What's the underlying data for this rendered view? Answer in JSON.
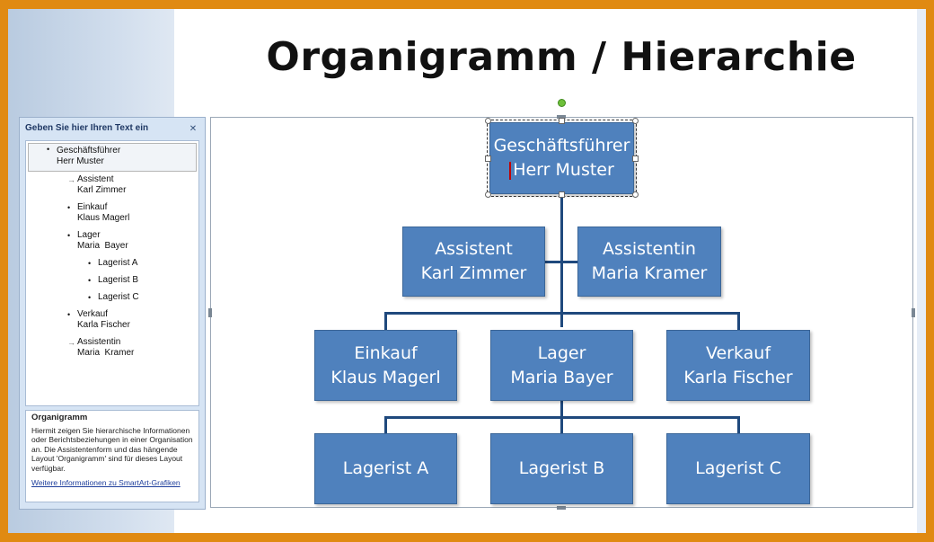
{
  "slide": {
    "title": "Organigramm / Hierarchie"
  },
  "text_pane": {
    "title": "Geben Sie hier Ihren Text ein",
    "close_glyph": "✕",
    "items": [
      {
        "l1": "Geschäftsführer",
        "l2": "Herr Muster",
        "bullet": "•"
      },
      {
        "l1": "Assistent",
        "l2": "Karl Zimmer",
        "bullet": "→"
      },
      {
        "l1": "Einkauf",
        "l2": "Klaus Magerl",
        "bullet": "•"
      },
      {
        "l1": "Lager",
        "l2": "Maria  Bayer",
        "bullet": "•"
      },
      {
        "l1": "Lagerist A",
        "bullet": "•"
      },
      {
        "l1": "Lagerist B",
        "bullet": "•"
      },
      {
        "l1": "Lagerist C",
        "bullet": "•"
      },
      {
        "l1": "Verkauf",
        "l2": "Karla Fischer",
        "bullet": "•"
      },
      {
        "l1": "Assistentin",
        "l2": "Maria  Kramer",
        "bullet": "→"
      }
    ],
    "info_heading": "Organigramm",
    "info_text": "Hiermit zeigen Sie hierarchische Informationen oder Berichtsbeziehungen in einer Organisation an. Die Assistentenform und das hängende Layout 'Organigramm' sind für dieses Layout verfügbar.",
    "info_link": "Weitere Informationen zu SmartArt-Grafiken"
  },
  "chart": {
    "ceo": {
      "l1": "Geschäftsführer",
      "l2": "Herr Muster"
    },
    "assistant_left": {
      "l1": "Assistent",
      "l2": "Karl Zimmer"
    },
    "assistant_right": {
      "l1": "Assistentin",
      "l2": "Maria Kramer"
    },
    "dept_einkauf": {
      "l1": "Einkauf",
      "l2": "Klaus Magerl"
    },
    "dept_lager": {
      "l1": "Lager",
      "l2": "Maria Bayer"
    },
    "dept_verkauf": {
      "l1": "Verkauf",
      "l2": "Karla Fischer"
    },
    "lagerist_a": {
      "l1": "Lagerist A"
    },
    "lagerist_b": {
      "l1": "Lagerist B"
    },
    "lagerist_c": {
      "l1": "Lagerist C"
    }
  },
  "colors": {
    "box_fill": "#4f81bd",
    "connector": "#1f497d",
    "frame": "#e08a12"
  }
}
